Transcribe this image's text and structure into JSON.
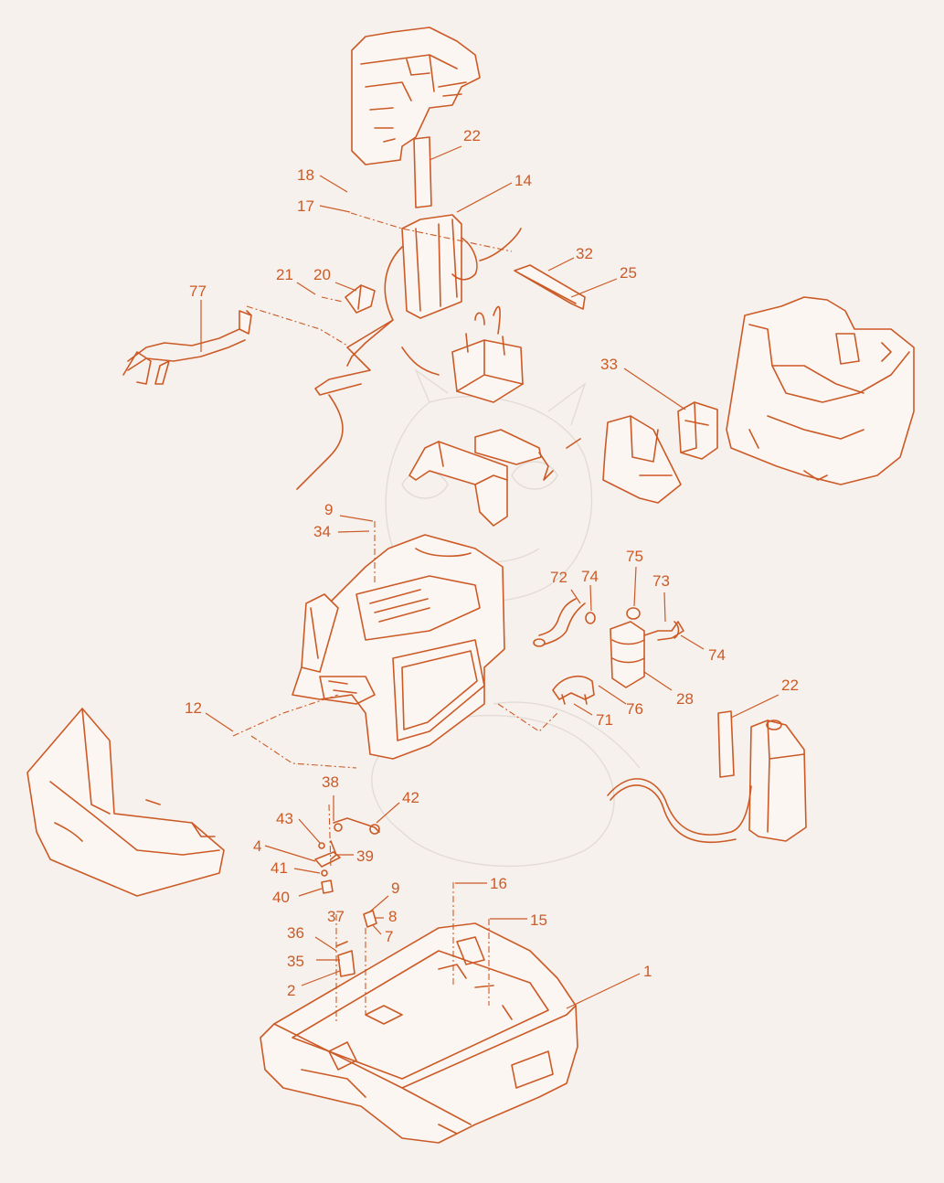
{
  "colors": {
    "background": "#f6f1ec",
    "line": "#cc5a26",
    "watermark": "#e3dcd6"
  },
  "callouts": [
    {
      "id": "c22a",
      "label": "22"
    },
    {
      "id": "c14",
      "label": "14"
    },
    {
      "id": "c18",
      "label": "18"
    },
    {
      "id": "c17",
      "label": "17"
    },
    {
      "id": "c32",
      "label": "32"
    },
    {
      "id": "c25",
      "label": "25"
    },
    {
      "id": "c21",
      "label": "21"
    },
    {
      "id": "c20",
      "label": "20"
    },
    {
      "id": "c77",
      "label": "77"
    },
    {
      "id": "c33",
      "label": "33"
    },
    {
      "id": "c9a",
      "label": "9"
    },
    {
      "id": "c34",
      "label": "34"
    },
    {
      "id": "c75",
      "label": "75"
    },
    {
      "id": "c72",
      "label": "72"
    },
    {
      "id": "c74a",
      "label": "74"
    },
    {
      "id": "c73",
      "label": "73"
    },
    {
      "id": "c74b",
      "label": "74"
    },
    {
      "id": "c28",
      "label": "28"
    },
    {
      "id": "c12",
      "label": "12"
    },
    {
      "id": "c22b",
      "label": "22"
    },
    {
      "id": "c71",
      "label": "71"
    },
    {
      "id": "c76",
      "label": "76"
    },
    {
      "id": "c38",
      "label": "38"
    },
    {
      "id": "c42",
      "label": "42"
    },
    {
      "id": "c43",
      "label": "43"
    },
    {
      "id": "c39",
      "label": "39"
    },
    {
      "id": "c4",
      "label": "4"
    },
    {
      "id": "c41",
      "label": "41"
    },
    {
      "id": "c40",
      "label": "40"
    },
    {
      "id": "c16",
      "label": "16"
    },
    {
      "id": "c9b",
      "label": "9"
    },
    {
      "id": "c8",
      "label": "8"
    },
    {
      "id": "c7",
      "label": "7"
    },
    {
      "id": "c37",
      "label": "37"
    },
    {
      "id": "c15",
      "label": "15"
    },
    {
      "id": "c36",
      "label": "36"
    },
    {
      "id": "c35",
      "label": "35"
    },
    {
      "id": "c2",
      "label": "2"
    },
    {
      "id": "c1",
      "label": "1"
    }
  ]
}
